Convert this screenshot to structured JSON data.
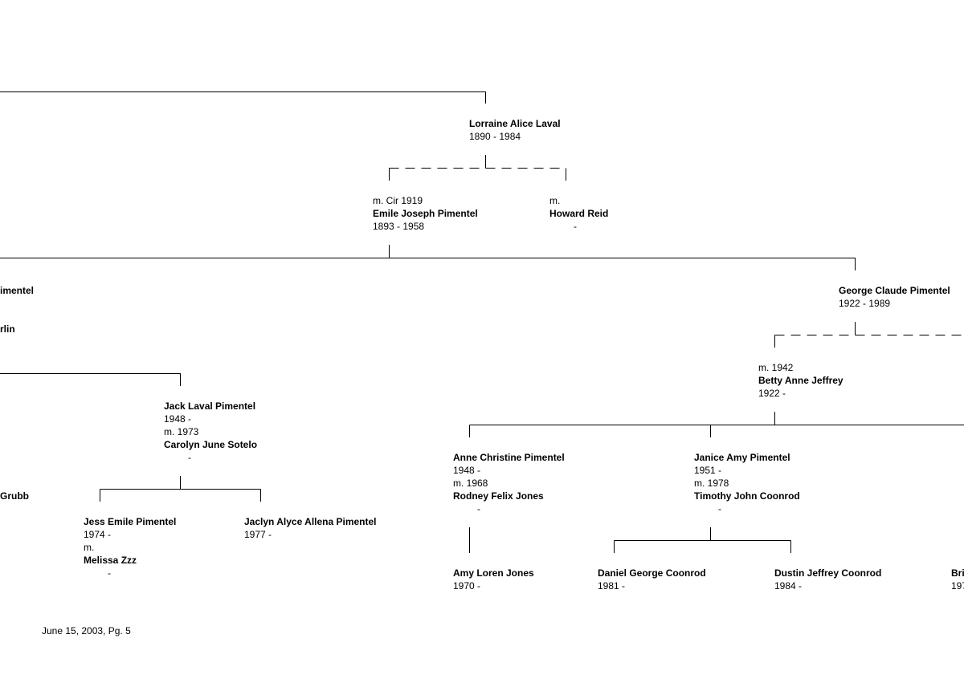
{
  "persons": {
    "lorraine": {
      "name": "Lorraine Alice Laval",
      "dates": "1890 - 1984"
    },
    "emile": {
      "marriage": "m. Cir 1919",
      "name": "Emile Joseph Pimentel",
      "dates": "1893 - 1958"
    },
    "howard": {
      "marriage": "m.",
      "name": "Howard Reid",
      "dates": "-"
    },
    "partial_pimentel": {
      "name": "imentel"
    },
    "partial_rlin": {
      "name": "rlin"
    },
    "george": {
      "name": "George Claude Pimentel",
      "dates": "1922 - 1989"
    },
    "betty": {
      "marriage": "m. 1942",
      "name": "Betty Anne Jeffrey",
      "dates": "1922 -"
    },
    "jack": {
      "name": "Jack Laval Pimentel",
      "dates": "1948 -",
      "marriage": "m. 1973",
      "spouse": "Carolyn June Sotelo",
      "spouse_dates": "-"
    },
    "partial_grubb": {
      "name": "Grubb"
    },
    "anne": {
      "name": "Anne Christine Pimentel",
      "dates": "1948 -",
      "marriage": "m. 1968",
      "spouse": "Rodney Felix Jones",
      "spouse_dates": "-"
    },
    "janice": {
      "name": "Janice Amy Pimentel",
      "dates": "1951 -",
      "marriage": "m. 1978",
      "spouse": "Timothy John Coonrod",
      "spouse_dates": "-"
    },
    "jess": {
      "name": "Jess Emile Pimentel",
      "dates": "1974 -",
      "marriage": "m.",
      "spouse": "Melissa Zzz",
      "spouse_dates": "-"
    },
    "jaclyn": {
      "name": "Jaclyn Alyce Allena Pimentel",
      "dates": "1977 -"
    },
    "amy": {
      "name": "Amy Loren Jones",
      "dates": "1970 -"
    },
    "daniel": {
      "name": "Daniel George Coonrod",
      "dates": "1981 -"
    },
    "dustin": {
      "name": "Dustin Jeffrey Coonrod",
      "dates": "1984 -"
    },
    "partial_bri": {
      "name": "Bri",
      "dates": "197"
    }
  },
  "footer": {
    "text": "June 15, 2003, Pg. 5"
  }
}
